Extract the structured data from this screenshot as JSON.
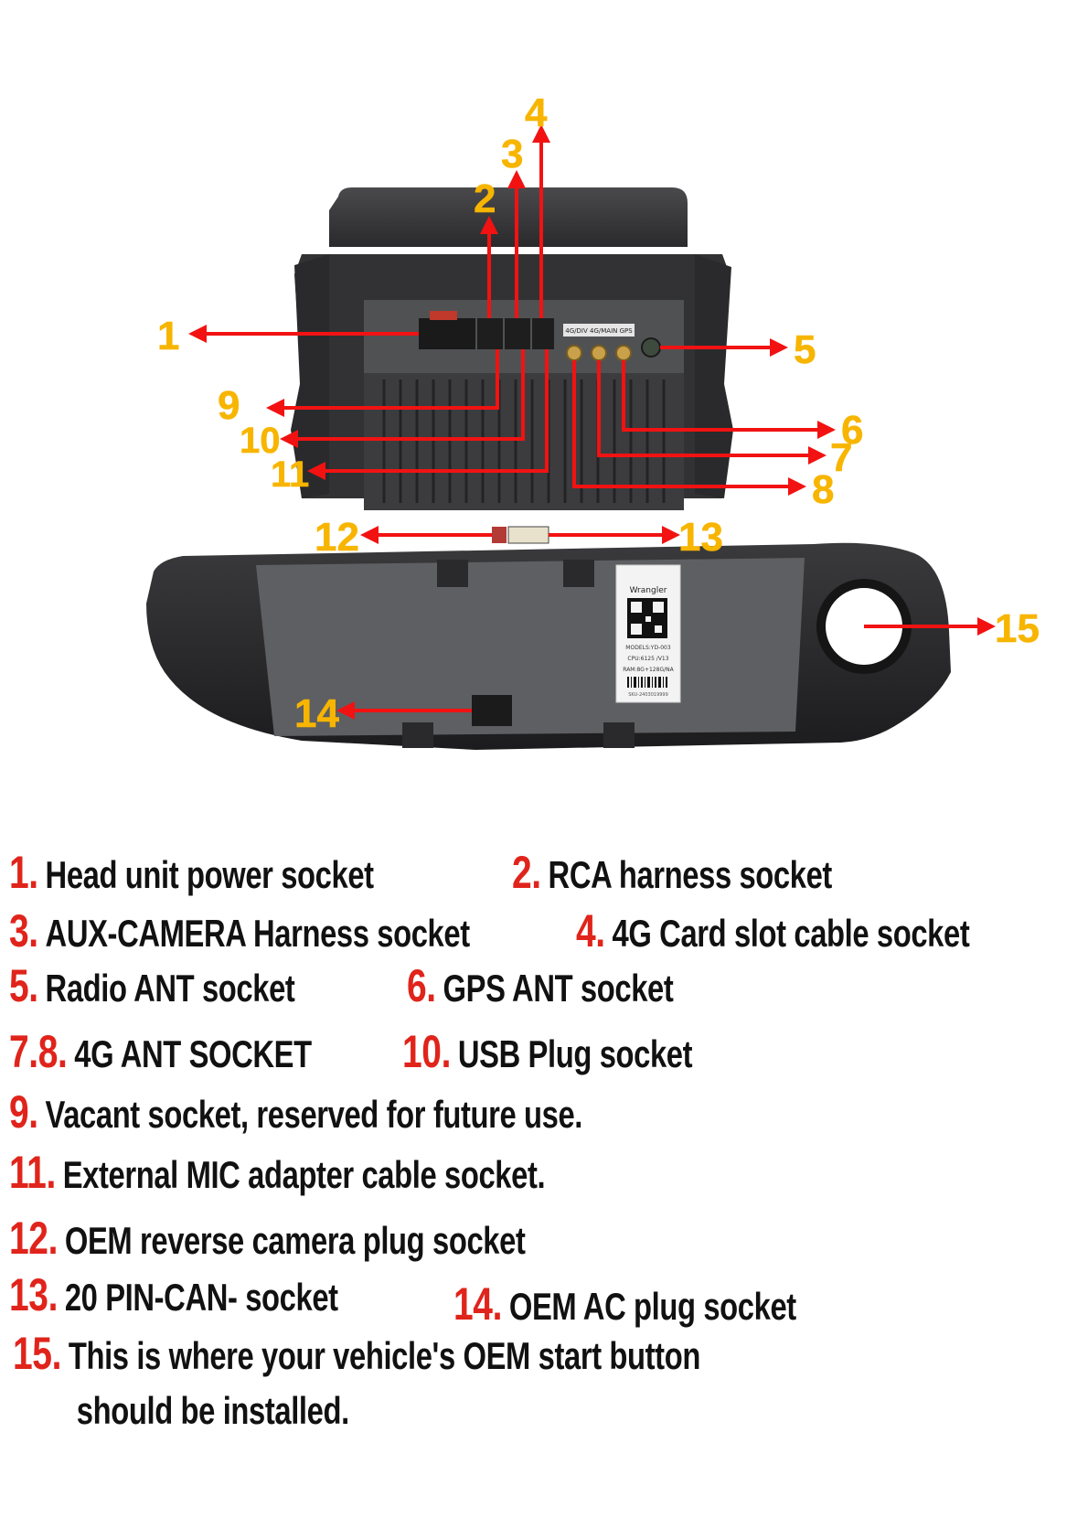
{
  "colors": {
    "arrow": "#f21212",
    "callout": "#f7b500",
    "legend_number": "#e0241b",
    "legend_text": "#111111",
    "device_body": "#2e2e30",
    "device_panel": "#5e5f62"
  },
  "callouts": [
    {
      "id": "1",
      "text": "1"
    },
    {
      "id": "2",
      "text": "2"
    },
    {
      "id": "3",
      "text": "3"
    },
    {
      "id": "4",
      "text": "4"
    },
    {
      "id": "5",
      "text": "5"
    },
    {
      "id": "6",
      "text": "6"
    },
    {
      "id": "7",
      "text": "7"
    },
    {
      "id": "8",
      "text": "8"
    },
    {
      "id": "9",
      "text": "9"
    },
    {
      "id": "10",
      "text": "10"
    },
    {
      "id": "11",
      "text": "11"
    },
    {
      "id": "12",
      "text": "12"
    },
    {
      "id": "13",
      "text": "13"
    },
    {
      "id": "14",
      "text": "14"
    },
    {
      "id": "15",
      "text": "15"
    }
  ],
  "device": {
    "antenna_label": "4G/DIV  4G/MAIN  GPS",
    "sticker": {
      "brand": "Wrangler",
      "model": "MODELS:YD-003",
      "cpu": "CPU:6125  /V13",
      "ram": "RAM:8G+128G/NA",
      "serial": "SKU-2403019999"
    }
  },
  "legend": [
    {
      "num": "1.",
      "text": "Head unit  power socket"
    },
    {
      "num": "2.",
      "text": "RCA harness socket"
    },
    {
      "num": "3.",
      "text": "AUX-CAMERA  Harness socket"
    },
    {
      "num": "4.",
      "text": "4G Card  slot cable socket"
    },
    {
      "num": "5.",
      "text": "Radio ANT socket"
    },
    {
      "num": "6.",
      "text": "GPS ANT socket"
    },
    {
      "num": "7.8.",
      "text": "4G ANT SOCKET"
    },
    {
      "num": "10.",
      "text": "USB  Plug socket"
    },
    {
      "num": "9.",
      "text": "Vacant socket, reserved for future use."
    },
    {
      "num": "11.",
      "text": "External MIC adapter cable socket."
    },
    {
      "num": "12.",
      "text": "OEM reverse camera plug socket"
    },
    {
      "num": "13.",
      "text": "20 PIN-CAN- socket"
    },
    {
      "num": "14.",
      "text": "OEM AC plug socket"
    },
    {
      "num": "15.",
      "text": "This is where your vehicle's OEM start button"
    },
    {
      "num": "",
      "text": "should be installed."
    }
  ]
}
